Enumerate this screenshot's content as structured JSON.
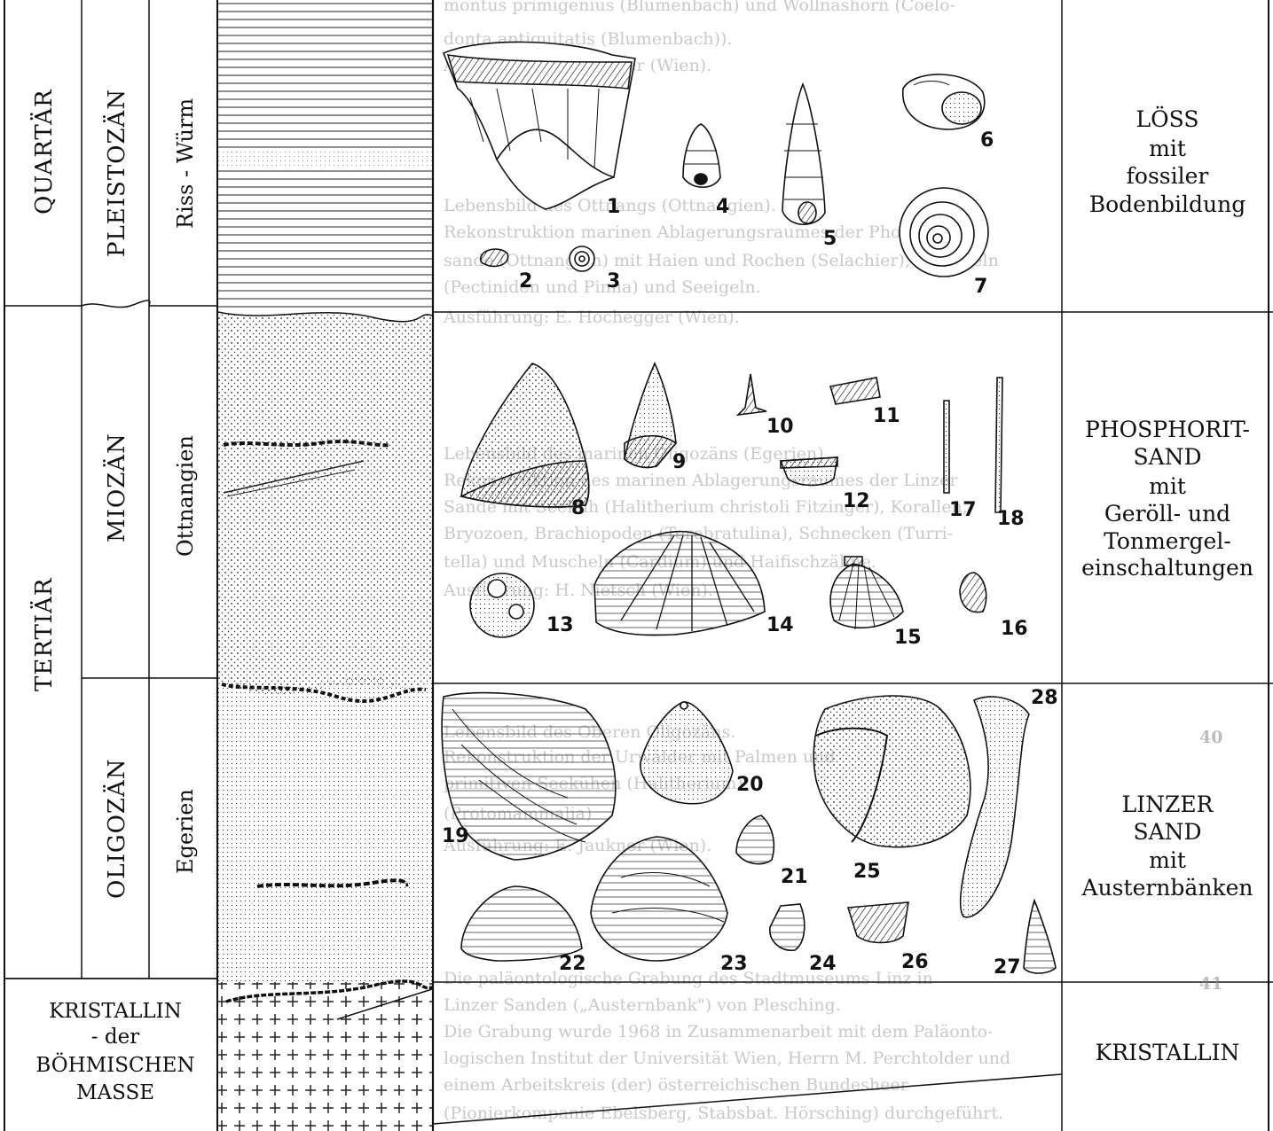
{
  "eras": [
    "QUARTÄR",
    "TERTIÄR"
  ],
  "epochs": [
    "PLEISTOZÄN",
    "MIOZÄN",
    "OLIGOZÄN"
  ],
  "stages": [
    "Riss - Würm",
    "Ottnangien",
    "Egerien"
  ],
  "basement_left": [
    "KRISTALLIN",
    "- der",
    "BÖHMISCHEN",
    "MASSE"
  ],
  "right_labels": {
    "loess": [
      "LÖSS",
      "mit",
      "fossiler",
      "Bodenbildung"
    ],
    "phosphorit": [
      "PHOSPHORIT-",
      "SAND",
      "mit",
      "Geröll- und",
      "Tonmergel-",
      "einschaltungen"
    ],
    "linzer": [
      "LINZER",
      "SAND",
      "mit",
      "Austernbänken"
    ],
    "kristallin": "KRISTALLIN"
  },
  "fossil_numbers": [
    "1",
    "2",
    "3",
    "4",
    "5",
    "6",
    "7",
    "8",
    "9",
    "10",
    "11",
    "12",
    "13",
    "14",
    "15",
    "16",
    "17",
    "18",
    "19",
    "20",
    "21",
    "22",
    "23",
    "24",
    "25",
    "26",
    "27",
    "28"
  ],
  "side_numbers": [
    "40",
    "41"
  ],
  "bleed_lines": [
    "montus primigenius (Blumenbach) und Wollnashorn (Coelo-",
    "donta antiquitatis (Blumenbach)).",
    "Ausführung: E. Jaukner (Wien).",
    "Lebensbild des Ottnangs (Ottnangien).",
    "Rekonstruktion marinen Ablagerungsraumes der Phosphorit-",
    "sande (Ottnangien) mit Haien und Rochen (Selachier), Muscheln",
    "(Pectiniden und Pinna) und Seeigeln.",
    "Ausführung: E. Hochegger (Wien).",
    "Lebensbild des marinen Oligozäns (Egerien).",
    "Rekonstruktion des marinen Ablagerungsraumes der Linzer",
    "Sande mit Seekuh (Halitherium christoli Fitzinger), Korallen,",
    "Bryozoen, Brachiopoden (Terebratulina), Schnecken (Turri-",
    "tella) und Muscheln (Cardium) und Haifischzähne.",
    "Ausführung: H. Nietsch (Wien).",
    "Lebensbild des Oberen Oligozäns.",
    "Rekonstruktion der Urwälder mit Palmen und",
    "primitiven Seekühen (Halitherium).",
    "(Protomammalia)",
    "Ausführung: E. Jaukner (Wien).",
    "Die paläontologische Grabung des Stadtmuseums Linz in",
    "Linzer Sanden („Austernbank\") von Plesching.",
    "Die Grabung wurde 1968 in Zusammenarbeit mit dem Paläonto-",
    "logischen Institut der Universität Wien, Herrn M. Perchtolder und",
    "einem Arbeitskreis (der) österreichischen Bundesheer",
    "(Pionierkompanie Ebelsberg, Stabsbat. Hörsching) durchgeführt."
  ]
}
